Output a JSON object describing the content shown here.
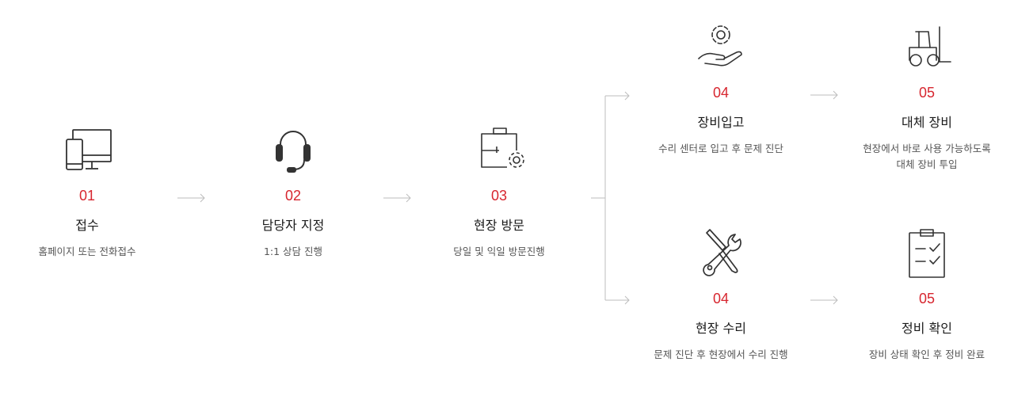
{
  "steps": [
    {
      "number": "01",
      "title": "접수",
      "desc": "홈페이지 또는 전화접수",
      "icon": "devices-icon"
    },
    {
      "number": "02",
      "title": "담당자 지정",
      "desc": "1:1 상담 진행",
      "icon": "headset-icon"
    },
    {
      "number": "03",
      "title": "현장 방문",
      "desc": "당일 및 익일 방문진행",
      "icon": "toolbox-gear-icon"
    },
    {
      "number": "04",
      "title": "장비입고",
      "desc": "수리 센터로 입고 후 문제 진단",
      "icon": "hand-gear-icon"
    },
    {
      "number": "05",
      "title": "대체 장비",
      "desc": "현장에서 바로 사용 가능하도록\n대체 장비 투입",
      "icon": "forklift-icon"
    },
    {
      "number": "04",
      "title": "현장 수리",
      "desc": "문제 진단 후 현장에서 수리 진행",
      "icon": "tools-icon"
    },
    {
      "number": "05",
      "title": "정비 확인",
      "desc": "장비 상태 확인 후 정비 완료",
      "icon": "clipboard-check-icon"
    }
  ],
  "colors": {
    "accent": "#d7262f",
    "line": "#bdbdbd",
    "icon": "#333333"
  }
}
